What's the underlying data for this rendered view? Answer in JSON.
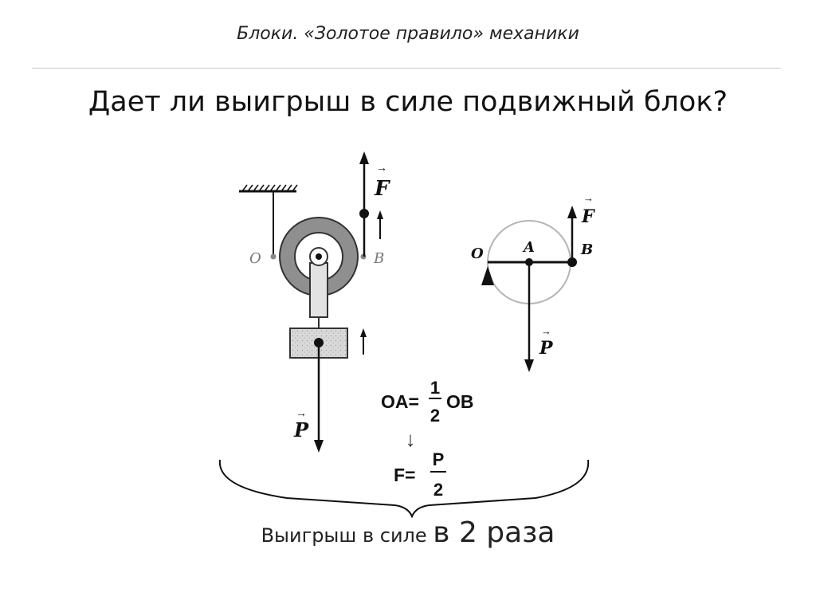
{
  "header": {
    "subtitle": "Блоки.  «Золотое правило» механики"
  },
  "title": "Дает ли выигрыш в силе подвижный блок?",
  "left_diagram": {
    "label_O": "O",
    "label_B": "B",
    "label_F": "F",
    "label_P": "P",
    "vector_mark": "→"
  },
  "right_diagram": {
    "label_O": "O",
    "label_A": "A",
    "label_B": "B",
    "label_F": "F",
    "label_P": "P",
    "vector_mark": "→"
  },
  "formula": {
    "lhs": "OA=",
    "frac_num": "1",
    "frac_den": "2",
    "rhs": "OB",
    "implies": "↓",
    "f_lhs": "F=",
    "f_num": "P",
    "f_den": "2"
  },
  "caption": {
    "prefix": "Выигрыш в силе ",
    "emphasis": "в 2 раза"
  }
}
